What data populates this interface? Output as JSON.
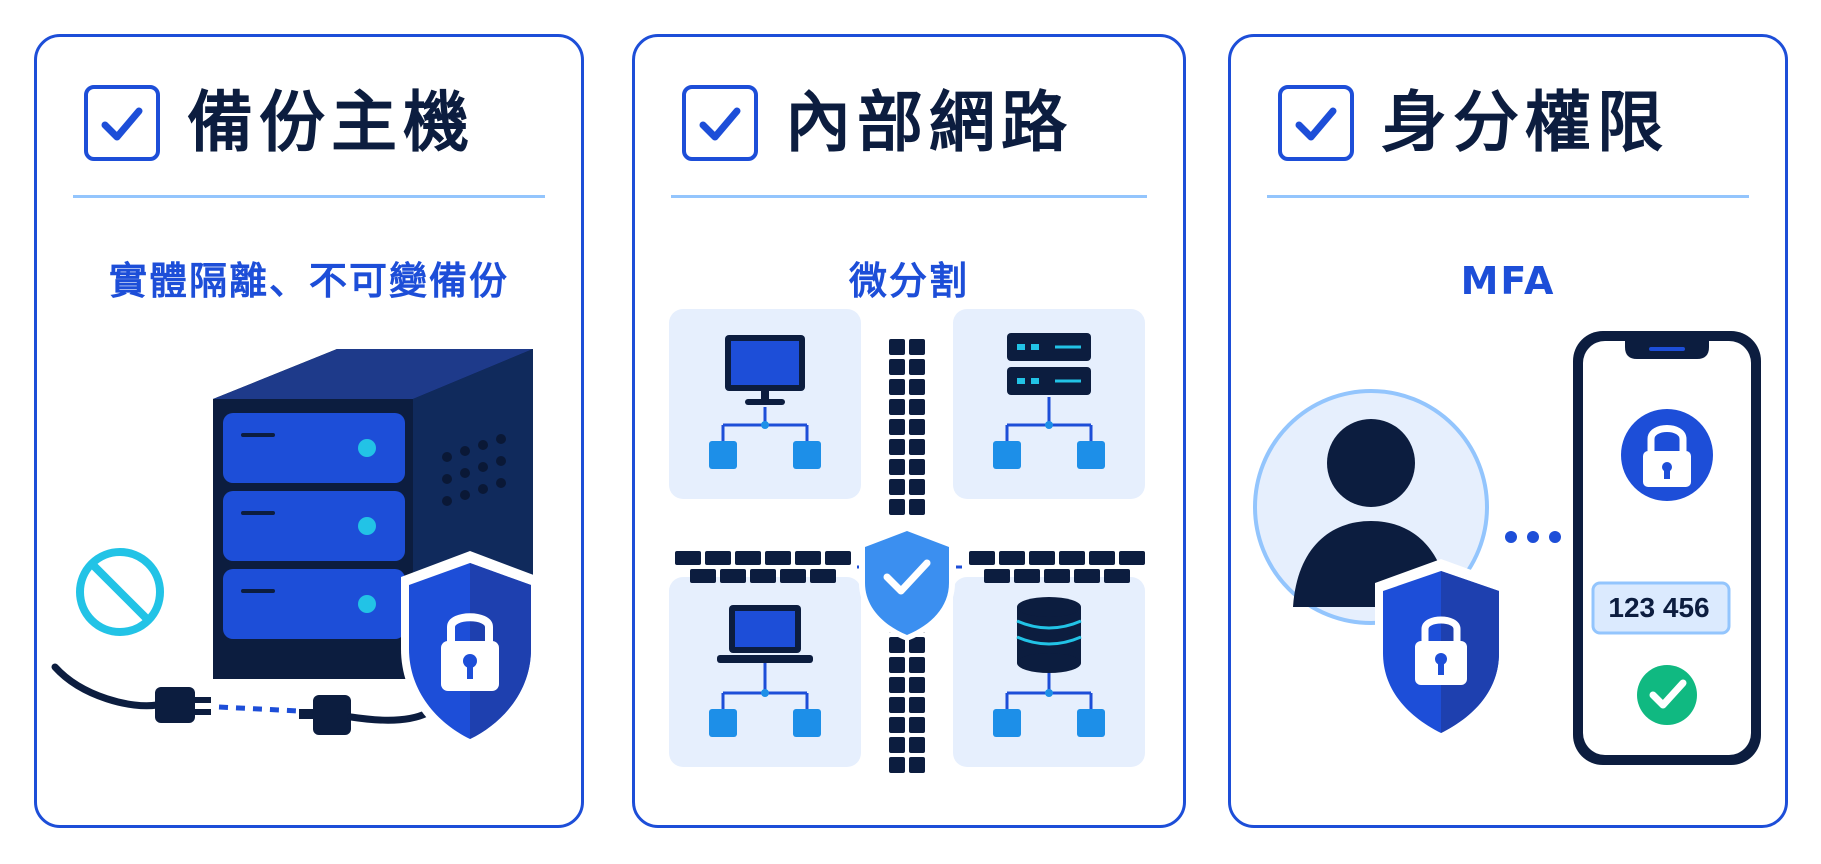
{
  "cards": [
    {
      "title": "備份主機",
      "subtitle": "實體隔離、不可變備份",
      "icons": [
        "checkbox-checked-icon",
        "server-icon",
        "prohibited-icon",
        "unplugged-cable-icon",
        "shield-lock-icon"
      ]
    },
    {
      "title": "內部網路",
      "subtitle": "微分割",
      "icons": [
        "checkbox-checked-icon",
        "desktop-icon",
        "server-rack-icon",
        "laptop-icon",
        "database-icon",
        "firewall-icon",
        "shield-check-icon"
      ]
    },
    {
      "title": "身分權限",
      "subtitle": "MFA",
      "otp_code": "123 456",
      "icons": [
        "checkbox-checked-icon",
        "user-icon",
        "shield-lock-icon",
        "smartphone-icon",
        "lock-icon",
        "success-check-icon"
      ]
    }
  ],
  "colors": {
    "primary": "#1d4ed8",
    "navy": "#0c1d3f",
    "light_blue": "#93c5fd",
    "tile_bg": "#e6effd",
    "cyan": "#22c3e6",
    "success": "#10b981"
  }
}
